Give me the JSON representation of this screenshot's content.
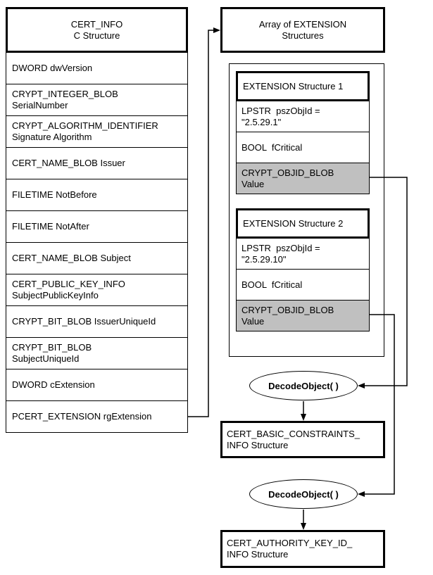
{
  "cert_info": {
    "title": "CERT_INFO\nC Structure",
    "rows": [
      "DWORD dwVersion",
      "CRYPT_INTEGER_BLOB\nSerialNumber",
      "CRYPT_ALGORITHM_IDENTIFIER\nSignature Algorithm",
      "CERT_NAME_BLOB Issuer",
      "FILETIME NotBefore",
      "FILETIME NotAfter",
      "CERT_NAME_BLOB Subject",
      "CERT_PUBLIC_KEY_INFO\nSubjectPublicKeyInfo",
      "CRYPT_BIT_BLOB IssuerUniqueId",
      "CRYPT_BIT_BLOB\nSubjectUniqueId",
      "DWORD cExtension",
      "PCERT_EXTENSION rgExtension"
    ]
  },
  "extension_array": {
    "title": "Array of EXTENSION\nStructures",
    "structures": [
      {
        "title": "EXTENSION Structure 1",
        "rows": [
          "LPSTR  pszObjId =\n\"2.5.29.1\"",
          "BOOL  fCritical",
          "CRYPT_OBJID_BLOB\nValue"
        ]
      },
      {
        "title": "EXTENSION Structure 2",
        "rows": [
          "LPSTR  pszObjId =\n\"2.5.29.10\"",
          "BOOL  fCritical",
          "CRYPT_OBJID_BLOB\nValue"
        ]
      }
    ]
  },
  "decode": {
    "label": "DecodeObject( )"
  },
  "outputs": [
    "CERT_BASIC_CONSTRAINTS_\nINFO Structure",
    "CERT_AUTHORITY_KEY_ID_\nINFO Structure"
  ],
  "colors": {
    "highlight": "#c0c0c0",
    "line": "#000000",
    "background": "#ffffff"
  }
}
